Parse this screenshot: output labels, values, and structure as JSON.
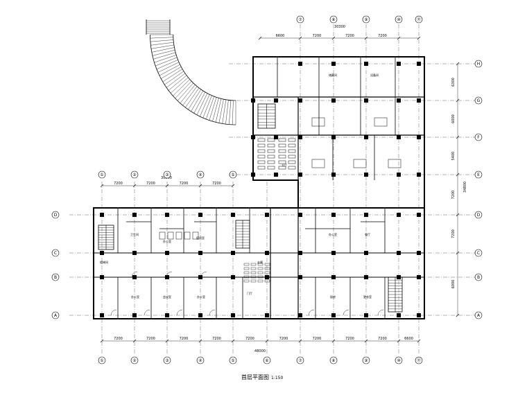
{
  "drawing": {
    "title": "首层平面图",
    "scale": "1:150"
  },
  "grid": {
    "top_axes": [
      "⑦",
      "⑧",
      "⑨",
      "⑩",
      "⑪"
    ],
    "left_axes": [
      "①",
      "②",
      "③",
      "④",
      "⑤"
    ],
    "bottom_axes": [
      "①",
      "②",
      "③",
      "④",
      "⑤",
      "⑥",
      "⑦",
      "⑧",
      "⑨",
      "⑩",
      "⑪"
    ],
    "right_rows": [
      "H",
      "G",
      "F",
      "E",
      "D",
      "C",
      "B",
      "A"
    ],
    "left_rows": [
      "D",
      "C",
      "B",
      "A"
    ]
  },
  "dimensions": {
    "top_overall": "30300",
    "top_spans": [
      "6600",
      "7200",
      "7200",
      "7200"
    ],
    "left_overall": "30800",
    "left_spans": [
      "7200",
      "7200",
      "7200",
      "7200"
    ],
    "bottom_overall": "48000",
    "bottom_spans": [
      "7200",
      "7200",
      "7200",
      "7200",
      "7200",
      "7200",
      "7200",
      "7200",
      "7200",
      "6600"
    ],
    "right_overall": "34800",
    "right_spans": [
      "6300",
      "6000",
      "5400",
      "7200",
      "7200",
      "6000"
    ]
  },
  "rooms": [
    "卫生间",
    "办公室",
    "值班室",
    "会议室",
    "走廊",
    "楼梯间",
    "门厅",
    "大厅",
    "储藏间",
    "设备间",
    "办公室",
    "餐厅",
    "厨房",
    "更衣室",
    "办公室",
    "办公室"
  ]
}
